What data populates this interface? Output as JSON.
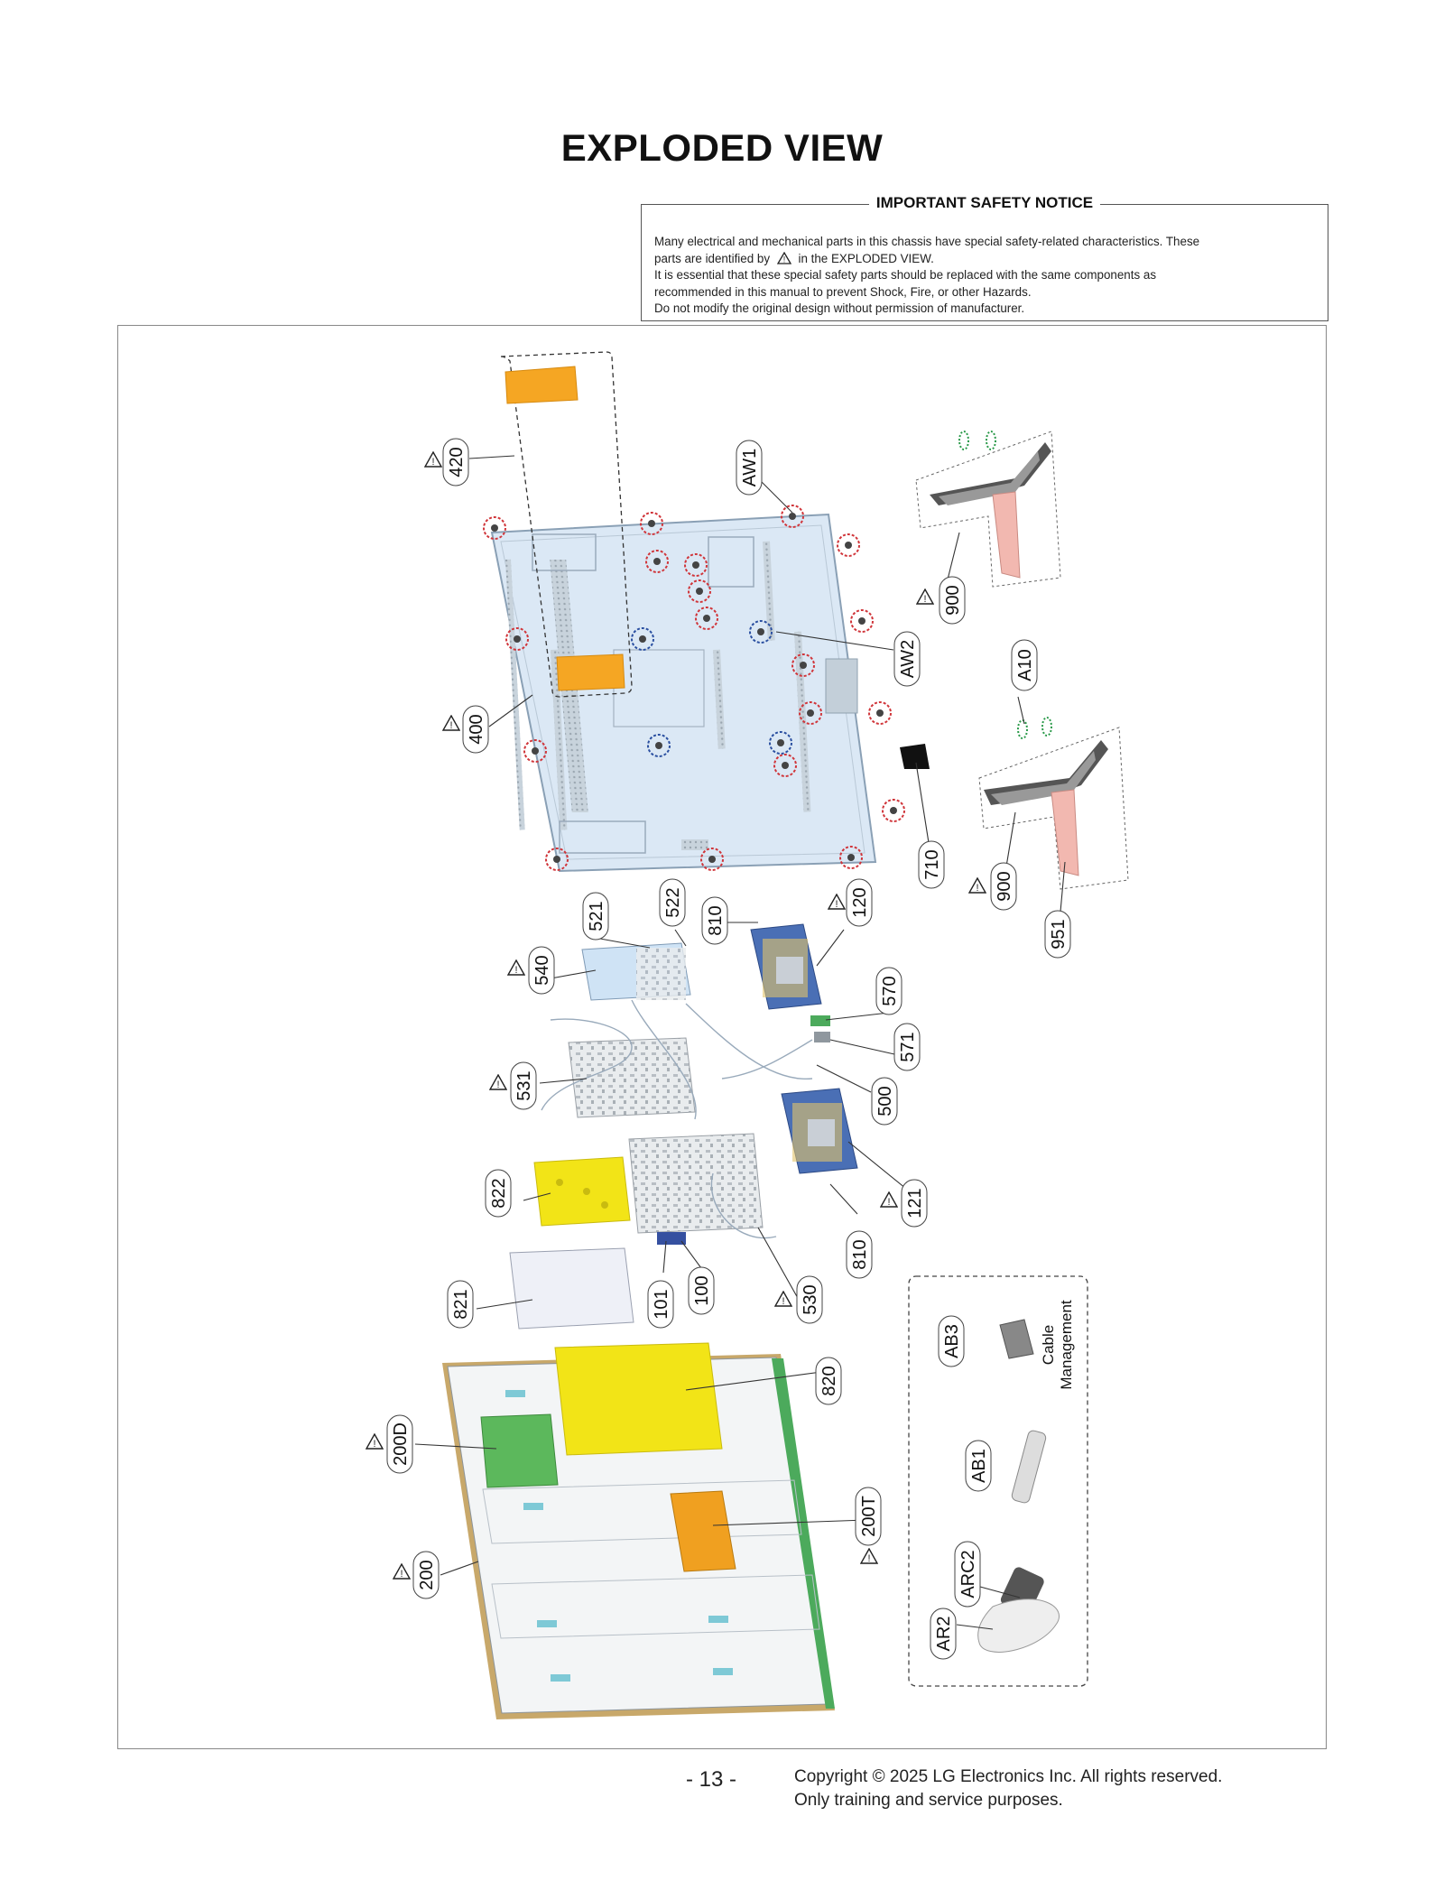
{
  "title": "EXPLODED VIEW",
  "notice": {
    "heading": "IMPORTANT SAFETY NOTICE",
    "line1": "Many electrical and mechanical parts in this chassis have special safety-related characteristics. These",
    "line2a": "parts are identified by",
    "line2b": "in the EXPLODED VIEW.",
    "line3": "It is essential that these special safety parts should be replaced with the same components as",
    "line4": "recommended in this manual to prevent Shock, Fire, or other Hazards.",
    "line5": "Do not modify the original design without permission of manufacturer."
  },
  "parts": {
    "p420": "420",
    "p400": "400",
    "pAW1": "AW1",
    "pAW2": "AW2",
    "p900a": "900",
    "pA10": "A10",
    "p710": "710",
    "p900b": "900",
    "p951": "951",
    "p521": "521",
    "p522": "522",
    "p810a": "810",
    "p120": "120",
    "p540": "540",
    "p570": "570",
    "p571": "571",
    "p531": "531",
    "p500": "500",
    "p121": "121",
    "p822": "822",
    "p810b": "810",
    "p530": "530",
    "p100": "100",
    "p101": "101",
    "p821": "821",
    "p820": "820",
    "p200D": "200D",
    "p200T": "200T",
    "p200": "200",
    "pAB3": "AB3",
    "pAB1": "AB1",
    "pARC2": "ARC2",
    "pAR2": "AR2"
  },
  "accessory_caption": {
    "line1": "Cable",
    "line2": "Management"
  },
  "footer": {
    "page": "- 13 -",
    "copyright": "Copyright © 2025 LG Electronics Inc. All rights reserved.",
    "purpose": "Only training and service purposes."
  },
  "colors": {
    "back_cover": "#dbe8f5",
    "label_pad": "#f5a623",
    "cable_sheet": "#f2e417",
    "warning_stand": "#f2b8b0",
    "pcb_green": "#5cb85c",
    "screw_red": "#d0353a",
    "screw_blue": "#2a4fa0"
  }
}
